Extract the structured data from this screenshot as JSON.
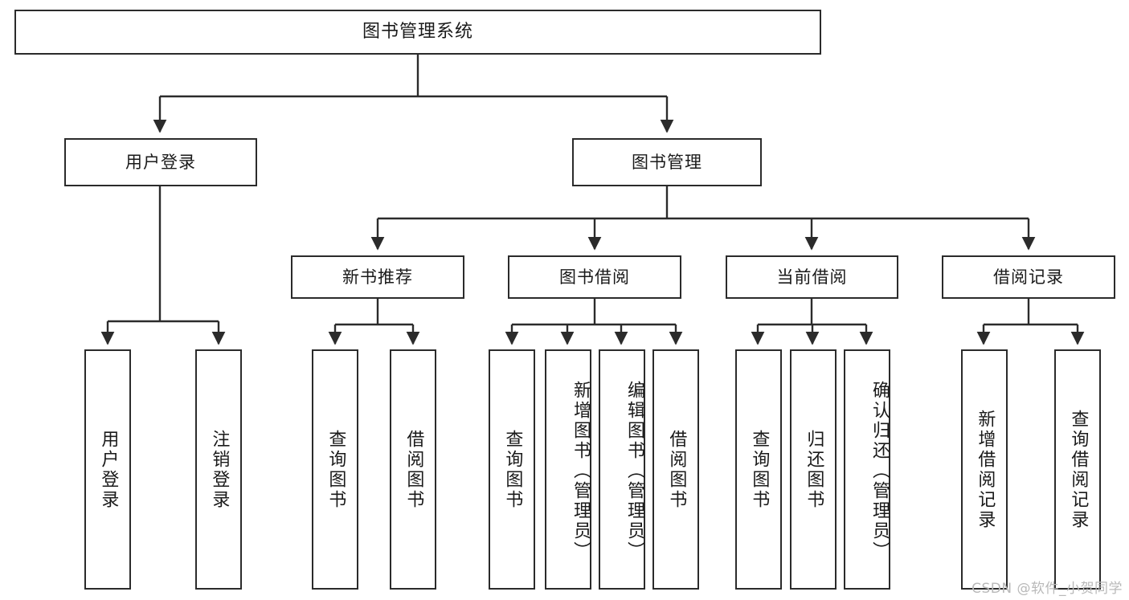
{
  "diagram": {
    "title": "图书管理系统",
    "type": "function-structure-tree",
    "root": {
      "label": "图书管理系统"
    },
    "level2": [
      {
        "label": "用户登录"
      },
      {
        "label": "图书管理"
      }
    ],
    "level3": [
      {
        "label": "新书推荐"
      },
      {
        "label": "图书借阅"
      },
      {
        "label": "当前借阅"
      },
      {
        "label": "借阅记录"
      }
    ],
    "leaves": {
      "user_login": [
        {
          "label": "用户登录"
        },
        {
          "label": "注销登录"
        }
      ],
      "new_book_recommend": [
        {
          "label": "查询图书"
        },
        {
          "label": "借阅图书"
        }
      ],
      "book_borrow": [
        {
          "label": "查询图书"
        },
        {
          "label": "新增图书（管理员）"
        },
        {
          "label": "编辑图书（管理员）"
        },
        {
          "label": "借阅图书"
        }
      ],
      "current_borrow": [
        {
          "label": "查询图书"
        },
        {
          "label": "归还图书"
        },
        {
          "label": "确认归还（管理员）"
        }
      ],
      "borrow_record": [
        {
          "label": "新增借阅记录"
        },
        {
          "label": "查询借阅记录"
        }
      ]
    }
  },
  "watermark": {
    "text": "CSDN @软件_小贺同学"
  },
  "colors": {
    "stroke": "#2b2b2b",
    "fill": "#ffffff",
    "text": "#1a1a1a",
    "watermark": "#b9b9b9"
  }
}
